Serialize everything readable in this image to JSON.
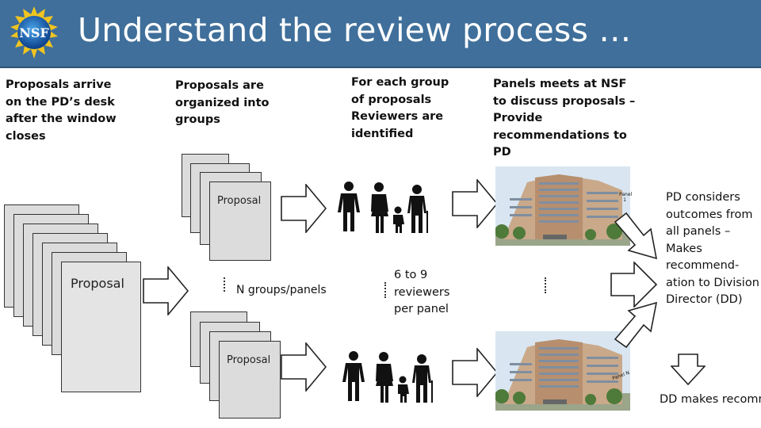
{
  "header": {
    "title": "Understand the review process …",
    "logo_text": "NSF"
  },
  "steps": {
    "step1": "Proposals arrive on the PD’s desk after the window closes",
    "step2": "Proposals are organized into groups",
    "step3": "For each group of proposals Reviewers are identified",
    "step4": "Panels meets at NSF to discuss proposals – Provide recommendations to PD",
    "step5": "PD considers outcomes from all panels – Makes recommend-ation to Division Director (DD)",
    "step6": "DD makes recommendations"
  },
  "labels": {
    "proposal_main": "Proposal",
    "proposal_group_top": "Proposal",
    "proposal_group_bottom": "Proposal",
    "n_groups": "N groups/panels",
    "reviewers": "6 to 9 reviewers per panel",
    "panel_top": "Panel 1",
    "panel_bottom": "Panel N"
  },
  "colors": {
    "header_bg": "#3f6f9a",
    "title_text": "#ffffff",
    "sheet_fill": "#dcdcdc"
  }
}
